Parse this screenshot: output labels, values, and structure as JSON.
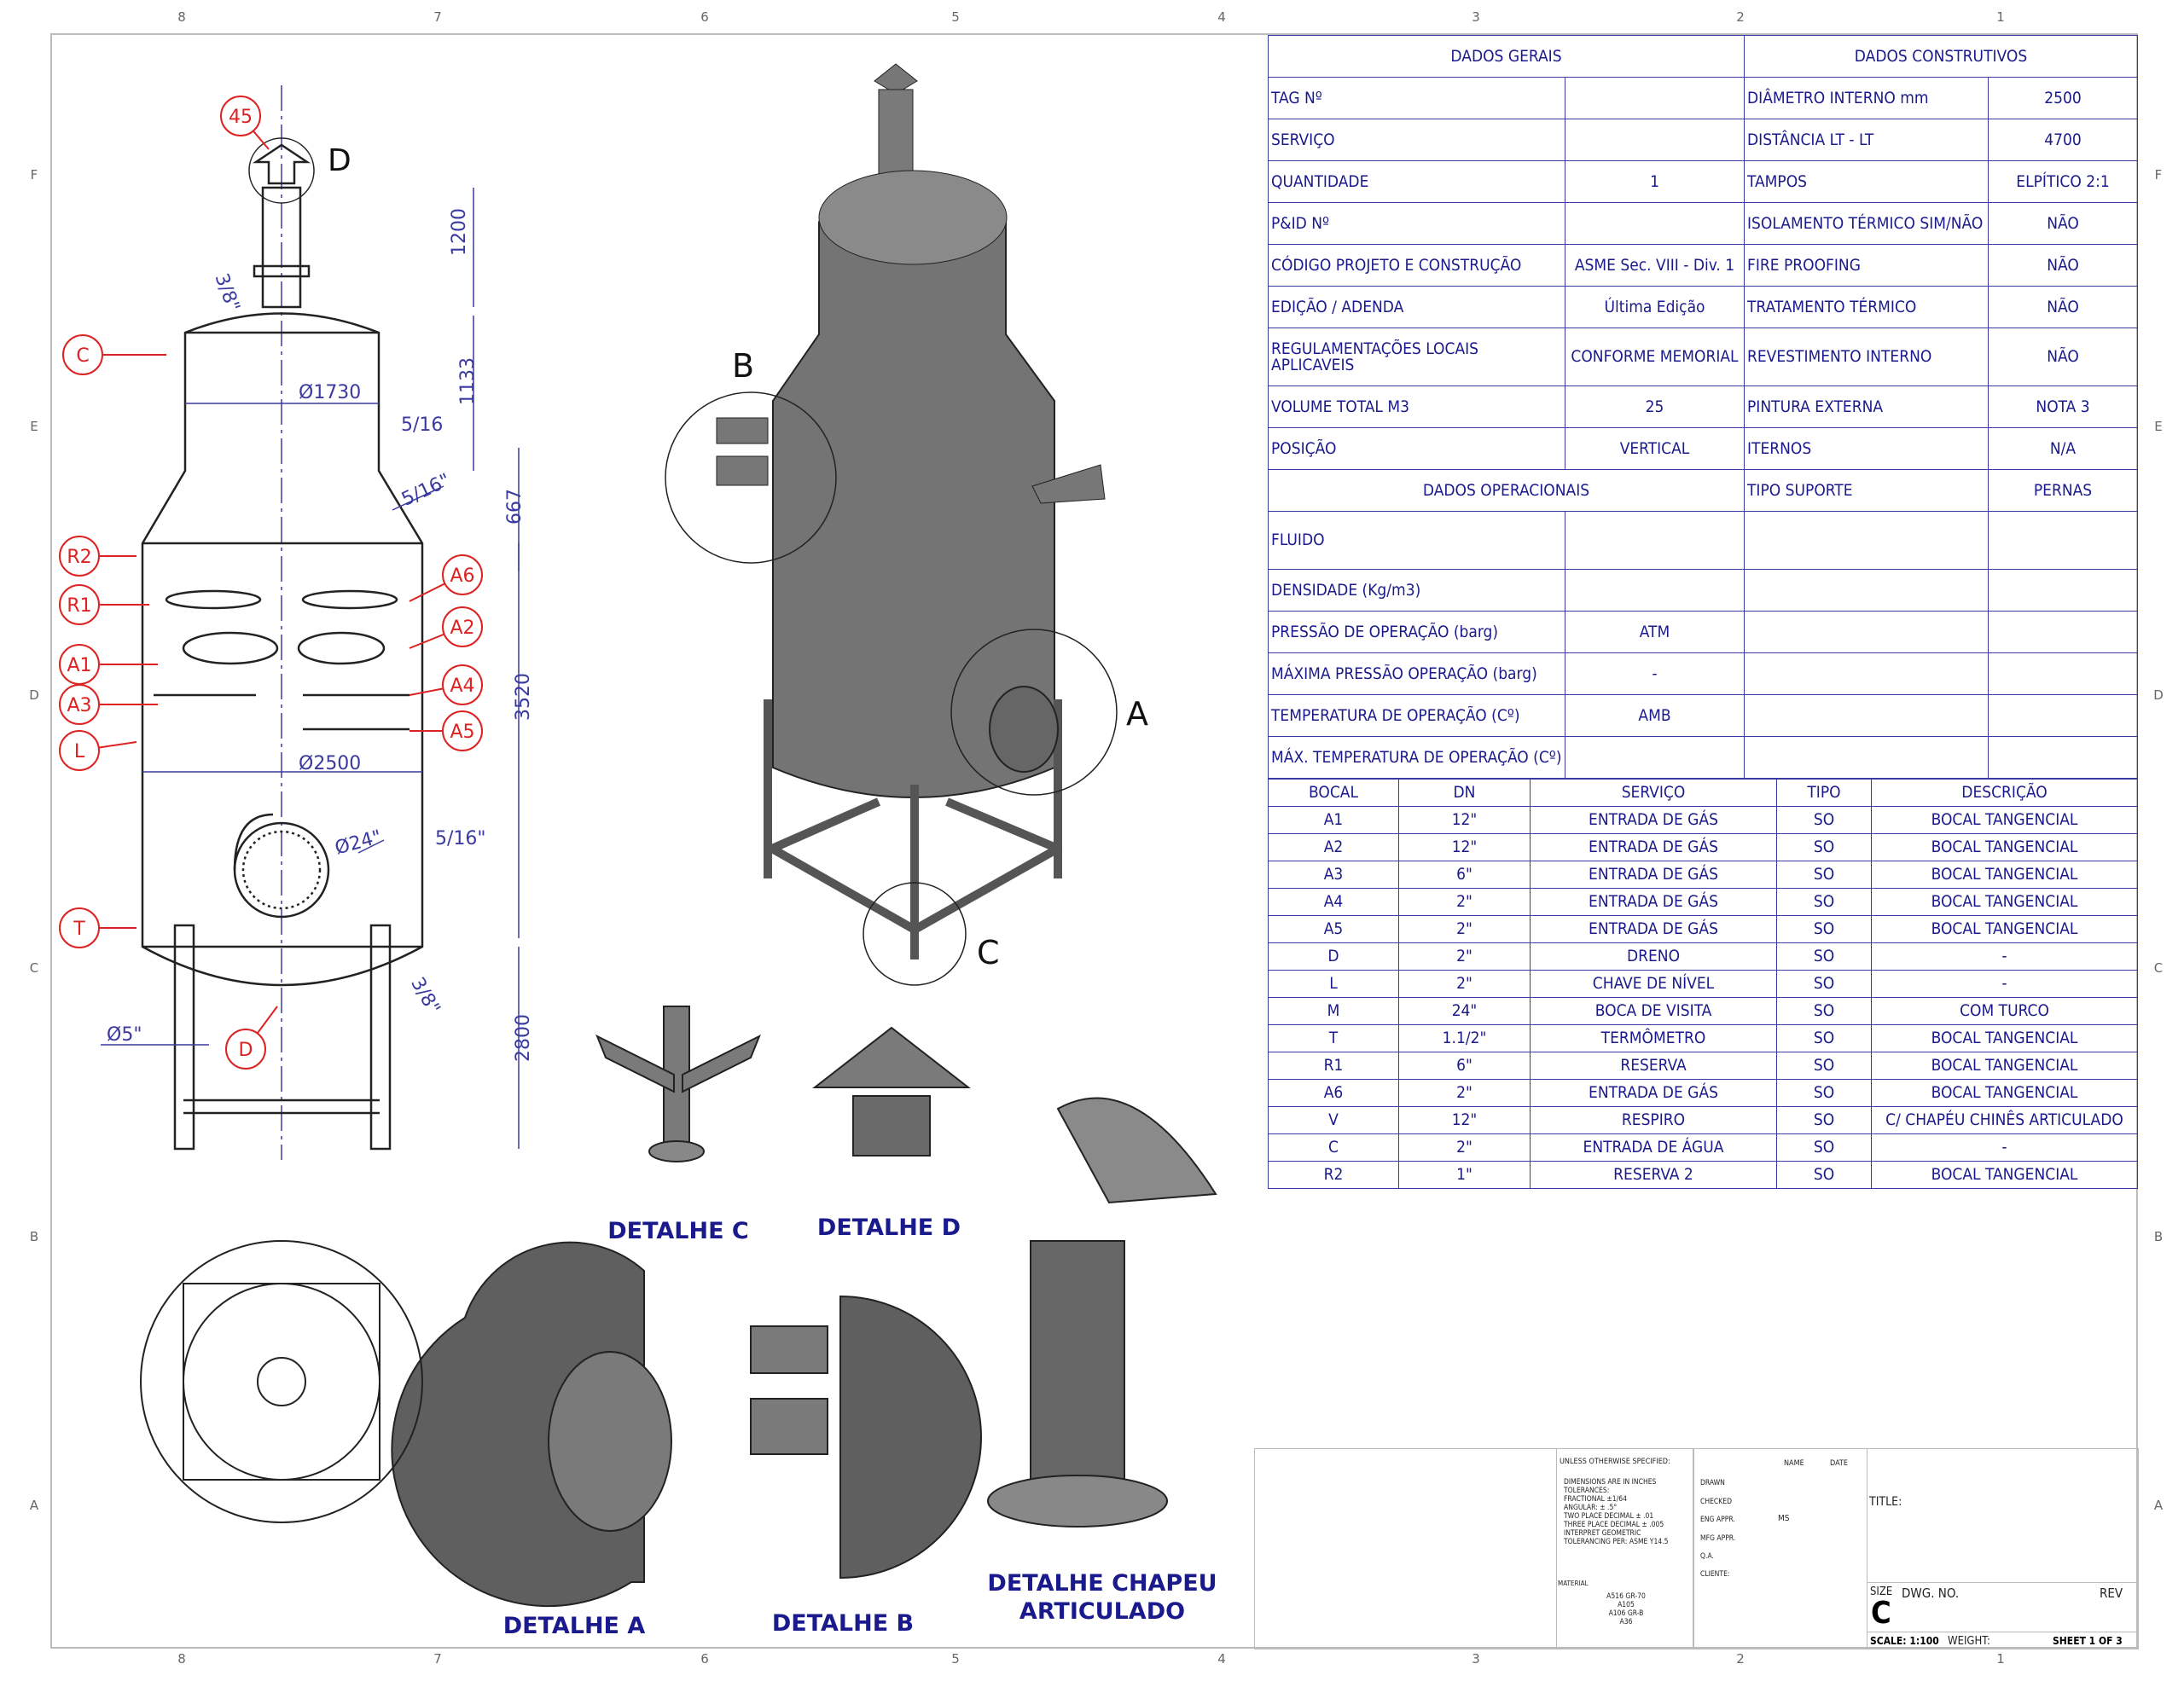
{
  "border": {
    "cols": [
      "8",
      "7",
      "6",
      "5",
      "4",
      "3",
      "2",
      "1"
    ],
    "rows": [
      "F",
      "E",
      "D",
      "C",
      "B",
      "A"
    ]
  },
  "general_table": {
    "header_left": "DADOS GERAIS",
    "header_right": "DADOS CONSTRUTIVOS",
    "rows": [
      [
        "TAG Nº",
        "",
        "DIÂMETRO INTERNO mm",
        "2500"
      ],
      [
        "SERVIÇO",
        "",
        "DISTÂNCIA LT - LT",
        "4700"
      ],
      [
        "QUANTIDADE",
        "1",
        "TAMPOS",
        "ELPÍTICO 2:1"
      ],
      [
        "P&ID Nº",
        "",
        "ISOLAMENTO TÉRMICO SIM/NÃO",
        "NÃO"
      ],
      [
        "CÓDIGO PROJETO E CONSTRUÇÃO",
        "ASME Sec. VIII - Div. 1",
        "FIRE PROOFING",
        "NÃO"
      ],
      [
        "EDIÇÃO / ADENDA",
        "Última Edição",
        "TRATAMENTO TÉRMICO",
        "NÃO"
      ],
      [
        "REGULAMENTAÇÕES LOCAIS APLICAVEIS",
        "CONFORME MEMORIAL",
        "REVESTIMENTO INTERNO",
        "NÃO"
      ],
      [
        "VOLUME TOTAL M3",
        "25",
        "PINTURA EXTERNA",
        "NOTA 3"
      ],
      [
        "POSIÇÃO",
        "VERTICAL",
        "ITERNOS",
        "N/A"
      ]
    ],
    "oper_header": "DADOS OPERACIONAIS",
    "support_label": "TIPO SUPORTE",
    "support_value": "PERNAS",
    "oper_rows": [
      [
        "FLUIDO",
        ""
      ],
      [
        "DENSIDADE  (Kg/m3)",
        ""
      ],
      [
        "PRESSÃO DE OPERAÇÃO (barg)",
        "ATM"
      ],
      [
        "MÁXIMA PRESSÃO OPERAÇÃO (barg)",
        "-"
      ],
      [
        "TEMPERATURA DE OPERAÇÃO (Cº)",
        "AMB"
      ],
      [
        "MÁX. TEMPERATURA DE OPERAÇÃO (Cº)",
        ""
      ]
    ]
  },
  "nozzle_table": {
    "headers": [
      "BOCAL",
      "DN",
      "SERVIÇO",
      "TIPO",
      "DESCRIÇÃO"
    ],
    "rows": [
      [
        "A1",
        "12\"",
        "ENTRADA DE GÁS",
        "SO",
        "BOCAL TANGENCIAL"
      ],
      [
        "A2",
        "12\"",
        "ENTRADA DE GÁS",
        "SO",
        "BOCAL TANGENCIAL"
      ],
      [
        "A3",
        "6\"",
        "ENTRADA DE GÁS",
        "SO",
        "BOCAL TANGENCIAL"
      ],
      [
        "A4",
        "2\"",
        "ENTRADA DE GÁS",
        "SO",
        "BOCAL TANGENCIAL"
      ],
      [
        "A5",
        "2\"",
        "ENTRADA DE GÁS",
        "SO",
        "BOCAL TANGENCIAL"
      ],
      [
        "D",
        "2\"",
        "DRENO",
        "SO",
        "-"
      ],
      [
        "L",
        "2\"",
        "CHAVE DE NÍVEL",
        "SO",
        "-"
      ],
      [
        "M",
        "24\"",
        "BOCA DE VISITA",
        "SO",
        "COM TURCO"
      ],
      [
        "T",
        "1.1/2\"",
        "TERMÔMETRO",
        "SO",
        "BOCAL TANGENCIAL"
      ],
      [
        "R1",
        "6\"",
        "RESERVA",
        "SO",
        "BOCAL TANGENCIAL"
      ],
      [
        "A6",
        "2\"",
        "ENTRADA DE GÁS",
        "SO",
        "BOCAL TANGENCIAL"
      ],
      [
        "V",
        "12\"",
        "RESPIRO",
        "SO",
        "C/ CHAPÉU CHINÊS ARTICULADO"
      ],
      [
        "C",
        "2\"",
        "ENTRADA DE ÁGUA",
        "SO",
        "-"
      ],
      [
        "R2",
        "1\"",
        "RESERVA 2",
        "SO",
        "BOCAL TANGENCIAL"
      ]
    ]
  },
  "callouts": {
    "c45": "45",
    "d_top": "D",
    "c": "C",
    "r2": "R2",
    "r1": "R1",
    "a1": "A1",
    "a3": "A3",
    "l": "L",
    "t": "T",
    "a6": "A6",
    "a2": "A2",
    "a4": "A4",
    "a5": "A5",
    "d_bot": "D"
  },
  "dimensions": {
    "h1200": "1200",
    "h1133": "1133",
    "d1730": "Ø1730",
    "t516a": "5/16",
    "t38a": "3/8\"",
    "t516b": "5/16\"",
    "h667": "667",
    "h3520": "3520",
    "d2500": "Ø2500",
    "d24": "Ø24\"",
    "t516c": "5/16\"",
    "t38b": "3/8\"",
    "d5": "Ø5\"",
    "h2800": "2800"
  },
  "iso_letters": {
    "a": "A",
    "b": "B",
    "c": "C"
  },
  "details": {
    "c": "DETALHE C",
    "d": "DETALHE D",
    "a": "DETALHE A",
    "b": "DETALHE B",
    "hat1": "DETALHE CHAPEU",
    "hat2": "ARTICULADO"
  },
  "title_block": {
    "unless": "UNLESS OTHERWISE SPECIFIED:",
    "tol": [
      "DIMENSIONS ARE IN INCHES",
      "TOLERANCES:",
      "FRACTIONAL ±1/64",
      "ANGULAR: ± .5°",
      "TWO PLACE DECIMAL  ± .01",
      "THREE PLACE DECIMAL  ± .005",
      "INTERPRET GEOMETRIC",
      "TOLERANCING PER: ASME Y14.5"
    ],
    "material_label": "MATERIAL",
    "materials": [
      "A516 GR-70",
      "A105",
      "A106 GR-B",
      "A36"
    ],
    "name": "NAME",
    "date": "DATE",
    "roles": [
      "DRAWN",
      "CHECKED",
      "ENG APPR.",
      "MFG APPR.",
      "Q.A."
    ],
    "eng_appr_name": "MS",
    "cliente": "CLIENTE:",
    "title": "TITLE:",
    "size_label": "SIZE",
    "size": "C",
    "dwg_no": "DWG. NO.",
    "rev": "REV",
    "scale": "SCALE: 1:100",
    "weight": "WEIGHT:",
    "sheet": "SHEET 1 OF 3"
  }
}
